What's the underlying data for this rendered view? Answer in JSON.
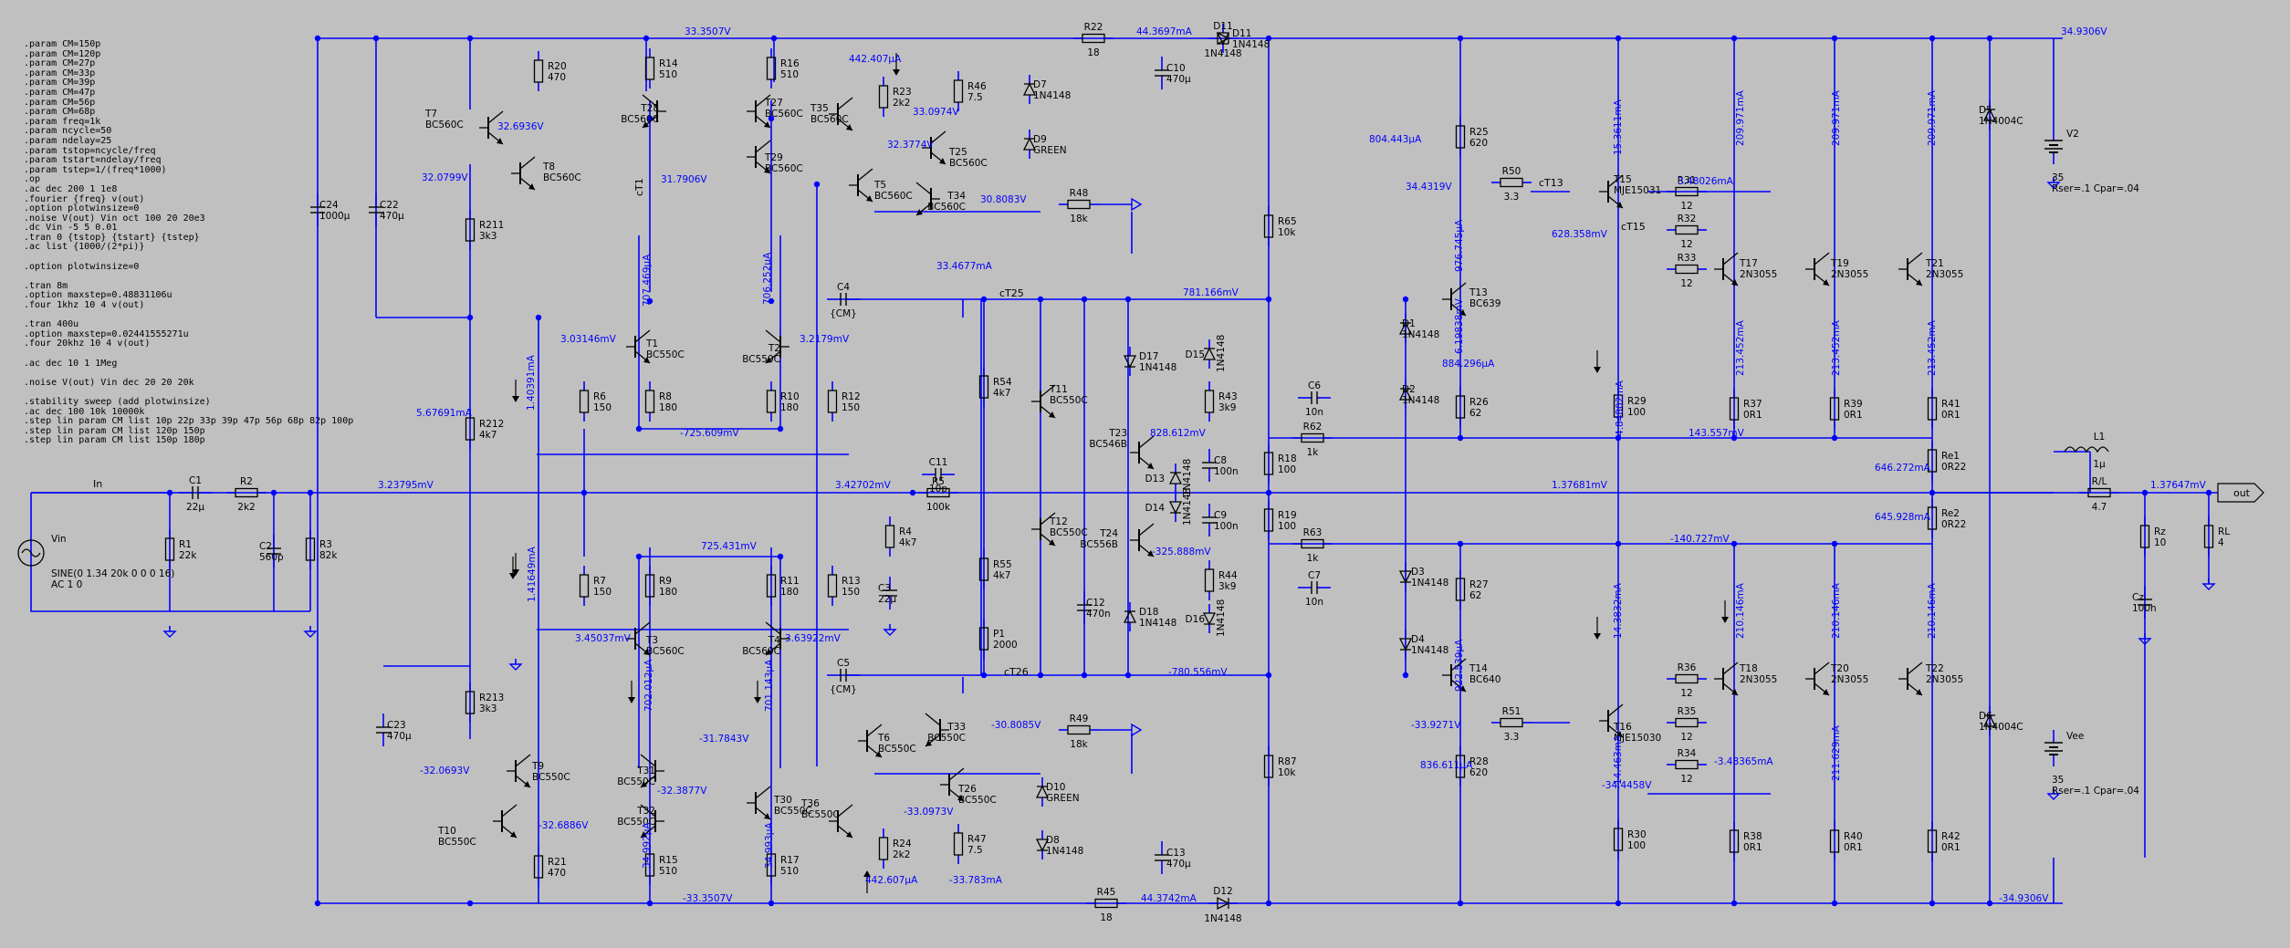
{
  "colors": {
    "background": "#c0c0c0",
    "wire": "#0000ff",
    "component": "#000000",
    "measurement": "#0000ff"
  },
  "directives": [
    ".param CM=150p",
    ".param CM=120p",
    ".param CM=27p",
    ".param CM=33p",
    ".param CM=39p",
    ".param CM=47p",
    ".param CM=56p",
    ".param CM=68p",
    ".param freq=1k",
    ".param ncycle=50",
    ".param ndelay=25",
    ".param tstop=ncycle/freq",
    ".param tstart=ndelay/freq",
    ".param tstep=1/(freq*1000)",
    ".op",
    ".ac dec 200 1 1e8",
    ".fourier {freq} v(out)",
    ".option plotwinsize=0",
    ".noise V(out) Vin oct 100 20 20e3",
    ".dc Vin -5 5 0.01",
    ".tran 0 {tstop} {tstart} {tstep}",
    ".ac list {1000/(2*pi)}",
    "",
    ".option plotwinsize=0",
    "",
    ".tran 8m",
    ".option maxstep=0.48831106u",
    ".four 1khz 10 4 v(out)",
    "",
    ".tran 400u",
    ".option maxstep=0.02441555271u",
    ".four 20khz 10 4 v(out)",
    "",
    ".ac dec 10 1 1Meg",
    "",
    ".noise V(out) Vin dec 20 20 20k",
    "",
    ".stability sweep (add plotwinsize)",
    ".ac dec 100 10k 10000k",
    ".step lin param CM list 10p 22p 33p 39p 47p 56p 68p 82p 100p",
    ".step lin param CM list 120p 150p",
    ".step lin param CM list 150p 180p"
  ],
  "components": [
    {
      "id": "Vin",
      "ref": "Vin",
      "value": "SINE(0 1.34 20k 0 0 0 16)",
      "extra": "AC 1 0",
      "type": "vsource"
    },
    {
      "id": "C1",
      "ref": "C1",
      "value": "22µ",
      "type": "cap"
    },
    {
      "id": "R2",
      "ref": "R2",
      "value": "2k2",
      "type": "res"
    },
    {
      "id": "R1",
      "ref": "R1",
      "value": "22k",
      "type": "res"
    },
    {
      "id": "C2",
      "ref": "C2",
      "value": "560p",
      "type": "cap"
    },
    {
      "id": "R3",
      "ref": "R3",
      "value": "82k",
      "type": "res"
    },
    {
      "id": "C24",
      "ref": "C24",
      "value": "1000µ",
      "type": "cap"
    },
    {
      "id": "C22",
      "ref": "C22",
      "value": "470µ",
      "type": "cap"
    },
    {
      "id": "C23",
      "ref": "C23",
      "value": "470µ",
      "type": "cap"
    },
    {
      "id": "R20",
      "ref": "R20",
      "value": "470",
      "type": "res"
    },
    {
      "id": "R211",
      "ref": "R211",
      "value": "3k3",
      "type": "res"
    },
    {
      "id": "R212",
      "ref": "R212",
      "value": "4k7",
      "type": "res"
    },
    {
      "id": "R213",
      "ref": "R213",
      "value": "3k3",
      "type": "res"
    },
    {
      "id": "R21",
      "ref": "R21",
      "value": "470",
      "type": "res"
    },
    {
      "id": "R14",
      "ref": "R14",
      "value": "510",
      "type": "res"
    },
    {
      "id": "R16",
      "ref": "R16",
      "value": "510",
      "type": "res"
    },
    {
      "id": "R6",
      "ref": "R6",
      "value": "150",
      "type": "res"
    },
    {
      "id": "R7",
      "ref": "R7",
      "value": "150",
      "type": "res"
    },
    {
      "id": "R8",
      "ref": "R8",
      "value": "180",
      "type": "res"
    },
    {
      "id": "R9",
      "ref": "R9",
      "value": "180",
      "type": "res"
    },
    {
      "id": "R10",
      "ref": "R10",
      "value": "180",
      "type": "res"
    },
    {
      "id": "R11",
      "ref": "R11",
      "value": "180",
      "type": "res"
    },
    {
      "id": "R12",
      "ref": "R12",
      "value": "150",
      "type": "res"
    },
    {
      "id": "R13",
      "ref": "R13",
      "value": "150",
      "type": "res"
    },
    {
      "id": "R15",
      "ref": "R15",
      "value": "510",
      "type": "res"
    },
    {
      "id": "R17",
      "ref": "R17",
      "value": "510",
      "type": "res"
    },
    {
      "id": "R23",
      "ref": "R23",
      "value": "2k2",
      "type": "res"
    },
    {
      "id": "R24",
      "ref": "R24",
      "value": "2k2",
      "type": "res"
    },
    {
      "id": "R46",
      "ref": "R46",
      "value": "7.5",
      "type": "res"
    },
    {
      "id": "R47",
      "ref": "R47",
      "value": "7.5",
      "type": "res"
    },
    {
      "id": "R48",
      "ref": "R48",
      "value": "18k",
      "type": "res"
    },
    {
      "id": "R49",
      "ref": "R49",
      "value": "18k",
      "type": "res"
    },
    {
      "id": "R22",
      "ref": "R22",
      "value": "18",
      "type": "res"
    },
    {
      "id": "R45",
      "ref": "R45",
      "value": "18",
      "type": "res"
    },
    {
      "id": "C10",
      "ref": "C10",
      "value": "470µ",
      "type": "cap"
    },
    {
      "id": "C13",
      "ref": "C13",
      "value": "470µ",
      "type": "cap"
    },
    {
      "id": "C4",
      "ref": "C4",
      "value": "{CM}",
      "type": "cap"
    },
    {
      "id": "C5",
      "ref": "C5",
      "value": "{CM}",
      "type": "cap"
    },
    {
      "id": "C11",
      "ref": "C11",
      "value": "10p",
      "type": "cap"
    },
    {
      "id": "R5",
      "ref": "R5",
      "value": "100k",
      "type": "res"
    },
    {
      "id": "R4",
      "ref": "R4",
      "value": "4k7",
      "type": "res"
    },
    {
      "id": "C3",
      "ref": "C3",
      "value": "22µ",
      "type": "cap"
    },
    {
      "id": "R54",
      "ref": "R54",
      "value": "4k7",
      "type": "res"
    },
    {
      "id": "R55",
      "ref": "R55",
      "value": "4k7",
      "type": "res"
    },
    {
      "id": "P1",
      "ref": "P1",
      "value": "2000",
      "type": "res"
    },
    {
      "id": "C12",
      "ref": "C12",
      "value": "470n",
      "type": "cap"
    },
    {
      "id": "R43",
      "ref": "R43",
      "value": "3k9",
      "type": "res"
    },
    {
      "id": "R44",
      "ref": "R44",
      "value": "3k9",
      "type": "res"
    },
    {
      "id": "C8",
      "ref": "C8",
      "value": "100n",
      "type": "cap"
    },
    {
      "id": "C9",
      "ref": "C9",
      "value": "100n",
      "type": "cap"
    },
    {
      "id": "R65",
      "ref": "R65",
      "value": "10k",
      "type": "res"
    },
    {
      "id": "R87",
      "ref": "R87",
      "value": "10k",
      "type": "res"
    },
    {
      "id": "R18",
      "ref": "R18",
      "value": "100",
      "type": "res"
    },
    {
      "id": "R19",
      "ref": "R19",
      "value": "100",
      "type": "res"
    },
    {
      "id": "R62",
      "ref": "R62",
      "value": "1k",
      "type": "res"
    },
    {
      "id": "R63",
      "ref": "R63",
      "value": "1k",
      "type": "res"
    },
    {
      "id": "C6",
      "ref": "C6",
      "value": "10n",
      "type": "cap"
    },
    {
      "id": "C7",
      "ref": "C7",
      "value": "10n",
      "type": "cap"
    },
    {
      "id": "R25",
      "ref": "R25",
      "value": "620",
      "type": "res"
    },
    {
      "id": "R26",
      "ref": "R26",
      "value": "62",
      "type": "res"
    },
    {
      "id": "R27",
      "ref": "R27",
      "value": "62",
      "type": "res"
    },
    {
      "id": "R28",
      "ref": "R28",
      "value": "620",
      "type": "res"
    },
    {
      "id": "R50",
      "ref": "R50",
      "value": "3.3",
      "type": "res"
    },
    {
      "id": "R51",
      "ref": "R51",
      "value": "3.3",
      "type": "res"
    },
    {
      "id": "R29",
      "ref": "R29",
      "value": "100",
      "type": "res"
    },
    {
      "id": "R30",
      "ref": "R30",
      "value": "100",
      "type": "res"
    },
    {
      "id": "R31",
      "ref": "R31",
      "value": "12",
      "type": "res"
    },
    {
      "id": "R32",
      "ref": "R32",
      "value": "12",
      "type": "res"
    },
    {
      "id": "R33",
      "ref": "R33",
      "value": "12",
      "type": "res"
    },
    {
      "id": "R34",
      "ref": "R34",
      "value": "12",
      "type": "res"
    },
    {
      "id": "R35",
      "ref": "R35",
      "value": "12",
      "type": "res"
    },
    {
      "id": "R36",
      "ref": "R36",
      "value": "12",
      "type": "res"
    },
    {
      "id": "R37",
      "ref": "R37",
      "value": "0R1",
      "type": "res"
    },
    {
      "id": "R39",
      "ref": "R39",
      "value": "0R1",
      "type": "res"
    },
    {
      "id": "R41",
      "ref": "R41",
      "value": "0R1",
      "type": "res"
    },
    {
      "id": "R38",
      "ref": "R38",
      "value": "0R1",
      "type": "res"
    },
    {
      "id": "R40",
      "ref": "R40",
      "value": "0R1",
      "type": "res"
    },
    {
      "id": "R42",
      "ref": "R42",
      "value": "0R1",
      "type": "res"
    },
    {
      "id": "Re1",
      "ref": "Re1",
      "value": "0R22",
      "type": "res"
    },
    {
      "id": "Re2",
      "ref": "Re2",
      "value": "0R22",
      "type": "res"
    },
    {
      "id": "L1",
      "ref": "L1",
      "value": "1µ",
      "type": "ind"
    },
    {
      "id": "RL1",
      "ref": "R/L",
      "value": "4.7",
      "type": "res"
    },
    {
      "id": "Rz",
      "ref": "Rz",
      "value": "10",
      "type": "res"
    },
    {
      "id": "Cz",
      "ref": "Cz",
      "value": "100n",
      "type": "cap"
    },
    {
      "id": "RL",
      "ref": "RL",
      "value": "4",
      "type": "res"
    },
    {
      "id": "V2",
      "ref": "V2",
      "value": "35",
      "extra": "Rser=.1 Cpar=.04",
      "type": "battery"
    },
    {
      "id": "Vee",
      "ref": "Vee",
      "value": "35",
      "extra": "Rser=.1 Cpar=.04",
      "type": "battery"
    },
    {
      "id": "D5",
      "ref": "D5",
      "value": "1N4004C",
      "type": "diode"
    },
    {
      "id": "D6",
      "ref": "D6",
      "value": "1N4004C",
      "type": "diode"
    },
    {
      "id": "D7",
      "ref": "D7",
      "value": "1N4148",
      "type": "diode"
    },
    {
      "id": "D8",
      "ref": "D8",
      "value": "1N4148",
      "type": "diode"
    },
    {
      "id": "D9",
      "ref": "D9",
      "value": "GREEN",
      "type": "led"
    },
    {
      "id": "D10",
      "ref": "D10",
      "value": "GREEN",
      "type": "led"
    },
    {
      "id": "D11",
      "ref": "D11",
      "value": "1N4148",
      "type": "diode"
    },
    {
      "id": "D12",
      "ref": "D12",
      "value": "1N4148",
      "type": "diode"
    },
    {
      "id": "D1",
      "ref": "D1",
      "value": "1N4148",
      "type": "diode"
    },
    {
      "id": "D2",
      "ref": "D2",
      "value": "1N4148",
      "type": "diode"
    },
    {
      "id": "D3",
      "ref": "D3",
      "value": "1N4148",
      "type": "diode"
    },
    {
      "id": "D4",
      "ref": "D4",
      "value": "1N4148",
      "type": "diode"
    },
    {
      "id": "D13",
      "ref": "D13",
      "value": "1N4148",
      "type": "diode"
    },
    {
      "id": "D14",
      "ref": "D14",
      "value": "1N4148",
      "type": "diode"
    },
    {
      "id": "D15",
      "ref": "D15",
      "value": "1N4148",
      "type": "diode"
    },
    {
      "id": "D16",
      "ref": "D16",
      "value": "1N4148",
      "type": "diode"
    },
    {
      "id": "D17",
      "ref": "D17",
      "value": "1N4148",
      "type": "diode"
    },
    {
      "id": "D18",
      "ref": "D18",
      "value": "1N4148",
      "type": "diode"
    },
    {
      "id": "T7",
      "ref": "T7",
      "value": "BC560C",
      "type": "pnp"
    },
    {
      "id": "T8",
      "ref": "T8",
      "value": "BC560C",
      "type": "pnp"
    },
    {
      "id": "T9",
      "ref": "T9",
      "value": "BC550C",
      "type": "npn"
    },
    {
      "id": "T10",
      "ref": "T10",
      "value": "BC550C",
      "type": "npn"
    },
    {
      "id": "T28",
      "ref": "T28",
      "value": "BC560C",
      "type": "pnp"
    },
    {
      "id": "T27",
      "ref": "T27",
      "value": "BC560C",
      "type": "pnp"
    },
    {
      "id": "T29",
      "ref": "T29",
      "value": "BC560C",
      "type": "pnp"
    },
    {
      "id": "T1",
      "ref": "T1",
      "value": "BC550C",
      "type": "npn"
    },
    {
      "id": "T2",
      "ref": "T2",
      "value": "BC550C",
      "type": "npn"
    },
    {
      "id": "T3",
      "ref": "T3",
      "value": "BC560C",
      "type": "pnp"
    },
    {
      "id": "T4",
      "ref": "T4",
      "value": "BC560C",
      "type": "pnp"
    },
    {
      "id": "T31",
      "ref": "T31",
      "value": "BC550C",
      "type": "npn"
    },
    {
      "id": "T32",
      "ref": "T32",
      "value": "BC550C",
      "type": "npn"
    },
    {
      "id": "T30",
      "ref": "T30",
      "value": "BC550C",
      "type": "npn"
    },
    {
      "id": "T35",
      "ref": "T35",
      "value": "BC560C",
      "type": "pnp"
    },
    {
      "id": "T5",
      "ref": "T5",
      "value": "BC560C",
      "type": "pnp"
    },
    {
      "id": "T25",
      "ref": "T25",
      "value": "BC560C",
      "type": "pnp"
    },
    {
      "id": "T34",
      "ref": "T34",
      "value": "BC560C",
      "type": "pnp"
    },
    {
      "id": "T6",
      "ref": "T6",
      "value": "BC550C",
      "type": "npn"
    },
    {
      "id": "T33",
      "ref": "T33",
      "value": "BC550C",
      "type": "npn"
    },
    {
      "id": "T26",
      "ref": "T26",
      "value": "BC550C",
      "type": "npn"
    },
    {
      "id": "T36",
      "ref": "T36",
      "value": "BC550C",
      "type": "npn"
    },
    {
      "id": "T11",
      "ref": "T11",
      "value": "BC550C",
      "type": "npn"
    },
    {
      "id": "T12",
      "ref": "T12",
      "value": "BC550C",
      "type": "npn"
    },
    {
      "id": "T23",
      "ref": "T23",
      "value": "BC546B",
      "type": "npn"
    },
    {
      "id": "T24",
      "ref": "T24",
      "value": "BC556B",
      "type": "pnp"
    },
    {
      "id": "T13",
      "ref": "T13",
      "value": "BC639",
      "type": "npn"
    },
    {
      "id": "T14",
      "ref": "T14",
      "value": "BC640",
      "type": "pnp"
    },
    {
      "id": "T15",
      "ref": "T15",
      "value": "MJE15031",
      "type": "npn"
    },
    {
      "id": "T16",
      "ref": "T16",
      "value": "MJE15030",
      "type": "pnp"
    },
    {
      "id": "T17",
      "ref": "T17",
      "value": "2N3055",
      "type": "npn"
    },
    {
      "id": "T19",
      "ref": "T19",
      "value": "2N3055",
      "type": "npn"
    },
    {
      "id": "T21",
      "ref": "T21",
      "value": "2N3055",
      "type": "npn"
    },
    {
      "id": "T18",
      "ref": "T18",
      "value": "2N3055",
      "type": "npn"
    },
    {
      "id": "T20",
      "ref": "T20",
      "value": "2N3055",
      "type": "npn"
    },
    {
      "id": "T22",
      "ref": "T22",
      "value": "2N3055",
      "type": "npn"
    }
  ],
  "net_labels": [
    "In",
    "out",
    "cT25",
    "cT26",
    "cT13",
    "cT15",
    "cT1"
  ],
  "measurements": [
    "33.3507V",
    "44.3697mA",
    "34.9306V",
    "442.407µA",
    "33.0974V",
    "32.3774V",
    "30.8083V",
    "33.4677mA",
    "32.6936V",
    "32.0799V",
    "31.7906V",
    "3.03146mV",
    "707.469µA",
    "706.252µA",
    "3.2179mV",
    "-725.609mV",
    "5.67691mA",
    "1.40391mA",
    "3.23795mV",
    "3.42702mV",
    "725.431mV",
    "3.45037mV",
    "3.63922mV",
    "1.41649mA",
    "702.012µA",
    "701.143µA",
    "-31.7843V",
    "-32.3877V",
    "-32.0693V",
    "-32.6886V",
    "-33.0973V",
    "-30.8085V",
    "34.992µA",
    "34.993µA",
    "442.607µA",
    "-33.783mA",
    "-33.3507V",
    "44.3742mA",
    "-34.9306V",
    "781.166mV",
    "828.612mV",
    "-325.888mV",
    "-780.556mV",
    "804.443µA",
    "34.4319V",
    "628.358mV",
    "976.745µA",
    "6.19838mV",
    "884.296µA",
    "4.84802mA",
    "15.3611mA",
    "209.971mA",
    "3.48026mA",
    "213.452mA",
    "143.557mV",
    "646.272mA",
    "1.37681mV",
    "1.37647mV",
    "645.928mA",
    "-140.727mV",
    "14.3832mA",
    "210.146mA",
    "922.539µA",
    "-33.9271V",
    "836.611µA",
    "-3.48365mA",
    "14.463mA",
    "-34.4458V",
    "211.629mA",
    "210.146mA"
  ]
}
